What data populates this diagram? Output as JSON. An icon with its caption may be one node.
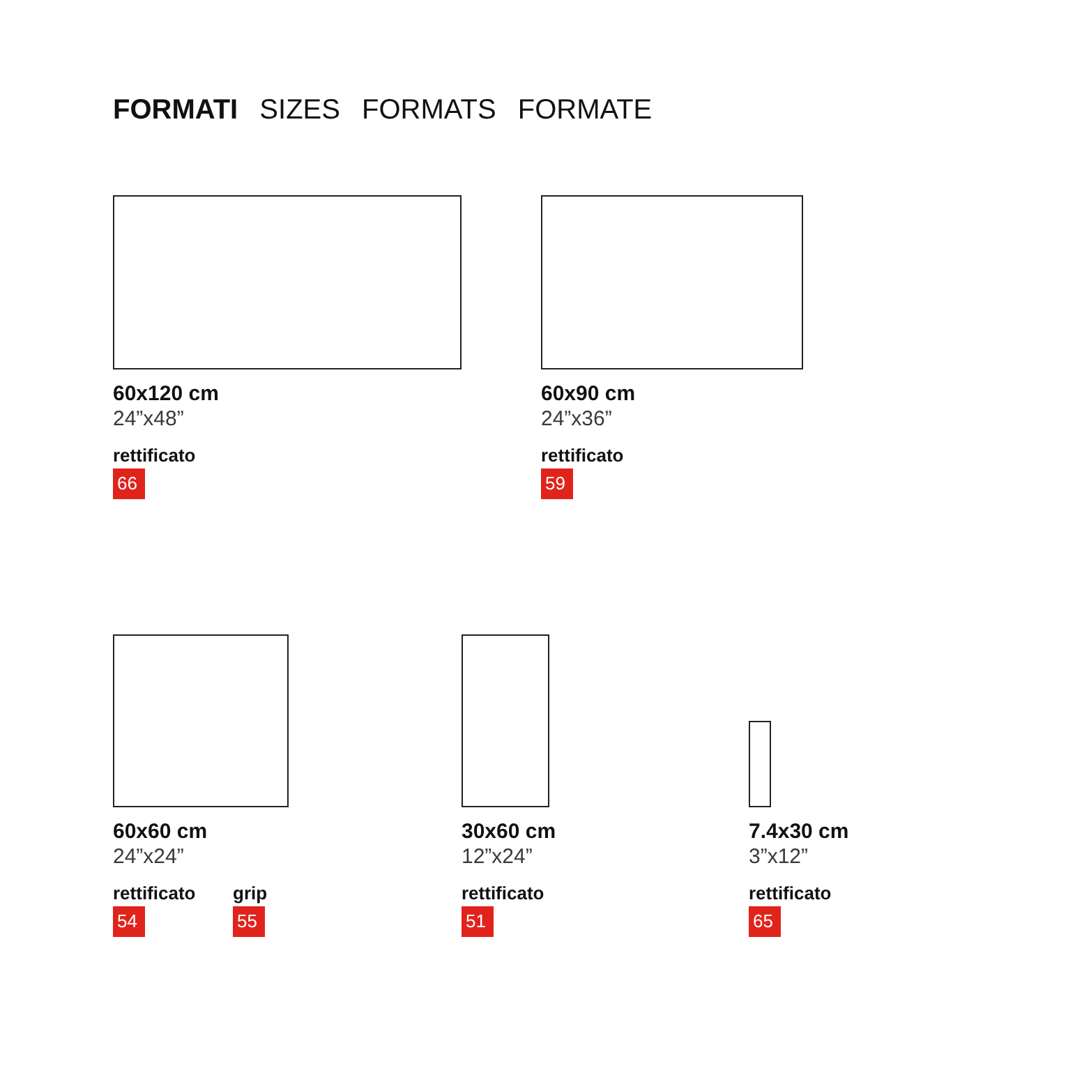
{
  "diagram": {
    "title": "**FORMATI** SIZES FORMATS FORMATE",
    "nodes": [
      {
        "text": [],
        "shape": "box",
        "beside": [
          "60x120 cm",
          "24”x48”"
        ]
      },
      {
        "text": [
          "66"
        ],
        "beside": [
          "rettificato"
        ]
      },
      {
        "text": [],
        "shape": "box",
        "beside": [
          "60x90 cm",
          "24”x36”"
        ]
      },
      {
        "text": [
          "59"
        ],
        "beside": [
          "rettificato"
        ]
      },
      {
        "text": [],
        "shape": "box",
        "beside": [
          "60x60 cm",
          "24”x24”"
        ]
      },
      {
        "text": [
          "54"
        ],
        "beside": [
          "rettificato"
        ]
      },
      {
        "text": [
          "55"
        ],
        "beside": [
          "grip"
        ]
      },
      {
        "text": [],
        "shape": "box",
        "beside": [
          "30x60 cm",
          "12”x24”"
        ]
      },
      {
        "text": [
          "51"
        ],
        "beside": [
          "rettificato"
        ]
      },
      {
        "text": [],
        "shape": "box",
        "beside": [
          "7.4x30 cm",
          "3”x12”"
        ]
      },
      {
        "text": [
          "65"
        ],
        "beside": [
          "rettificato"
        ]
      }
    ]
  }
}
